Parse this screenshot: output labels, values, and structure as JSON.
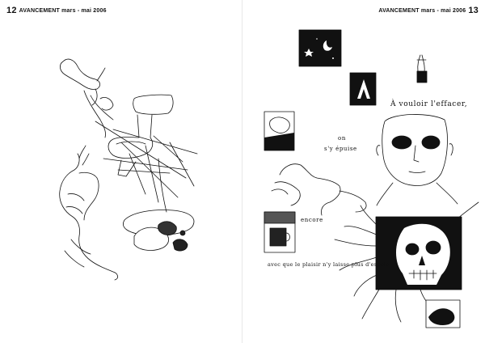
{
  "header": {
    "left_page_number": "12",
    "left_running_title": "AVANCEMENT mars - mai 2006",
    "right_running_title": "AVANCEMENT mars - mai 2006",
    "right_page_number": "13"
  },
  "captions": {
    "line1": "À vouloir l'effacer,",
    "line2": "on",
    "line3": "s'y épuise",
    "line4": "encore",
    "line5": "avec que le plaisir n'y laisse plus d'espoir"
  },
  "colors": {
    "ink": "#111111",
    "paper": "#ffffff"
  }
}
